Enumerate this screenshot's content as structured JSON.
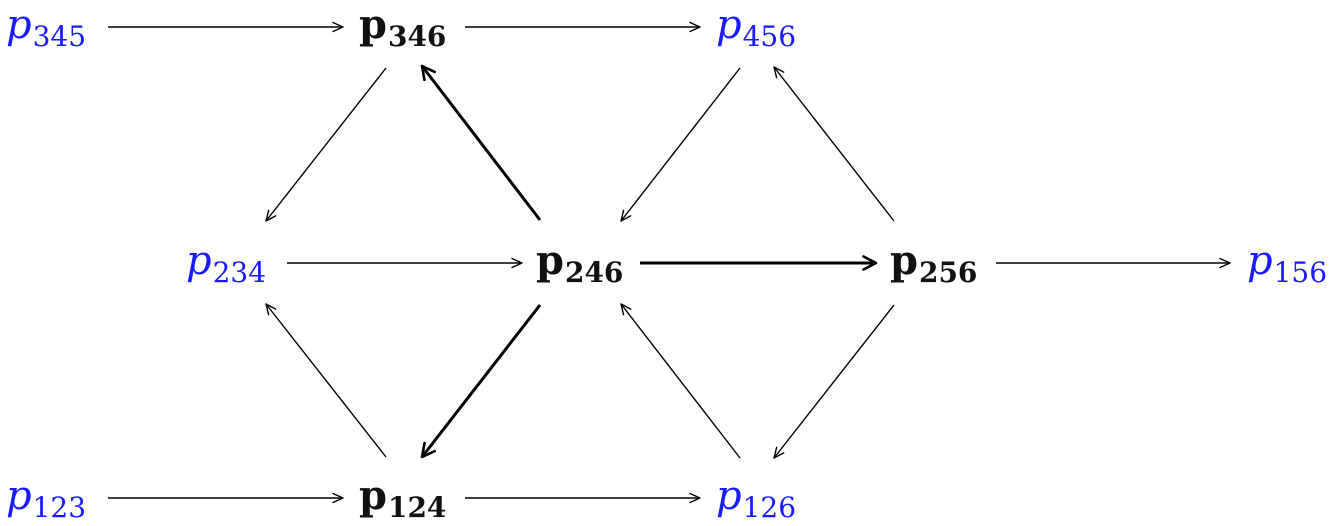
{
  "nodes": [
    {
      "id": "p345",
      "base": "p",
      "sub": "345",
      "style": "blue"
    },
    {
      "id": "p346",
      "base": "p",
      "sub": "346",
      "style": "bold"
    },
    {
      "id": "p456",
      "base": "p",
      "sub": "456",
      "style": "blue"
    },
    {
      "id": "p234",
      "base": "p",
      "sub": "234",
      "style": "blue"
    },
    {
      "id": "p246",
      "base": "p",
      "sub": "246",
      "style": "bold"
    },
    {
      "id": "p256",
      "base": "p",
      "sub": "256",
      "style": "bold"
    },
    {
      "id": "p156",
      "base": "p",
      "sub": "156",
      "style": "blue"
    },
    {
      "id": "p123",
      "base": "p",
      "sub": "123",
      "style": "blue"
    },
    {
      "id": "p124",
      "base": "p",
      "sub": "124",
      "style": "bold"
    },
    {
      "id": "p126",
      "base": "p",
      "sub": "126",
      "style": "blue"
    }
  ],
  "edges": [
    {
      "from": "p345",
      "to": "p346",
      "thick": false
    },
    {
      "from": "p346",
      "to": "p456",
      "thick": false
    },
    {
      "from": "p346",
      "to": "p234",
      "thick": false
    },
    {
      "from": "p246",
      "to": "p346",
      "thick": true
    },
    {
      "from": "p456",
      "to": "p246",
      "thick": false
    },
    {
      "from": "p256",
      "to": "p456",
      "thick": false
    },
    {
      "from": "p234",
      "to": "p246",
      "thick": false
    },
    {
      "from": "p246",
      "to": "p256",
      "thick": true
    },
    {
      "from": "p256",
      "to": "p156",
      "thick": false
    },
    {
      "from": "p124",
      "to": "p234",
      "thick": false
    },
    {
      "from": "p246",
      "to": "p124",
      "thick": true
    },
    {
      "from": "p126",
      "to": "p246",
      "thick": false
    },
    {
      "from": "p256",
      "to": "p126",
      "thick": false
    },
    {
      "from": "p123",
      "to": "p124",
      "thick": false
    },
    {
      "from": "p124",
      "to": "p126",
      "thick": false
    }
  ],
  "colors": {
    "blue_node": "#1a1aff",
    "bold_node": "#111111",
    "edge": "#000000"
  }
}
